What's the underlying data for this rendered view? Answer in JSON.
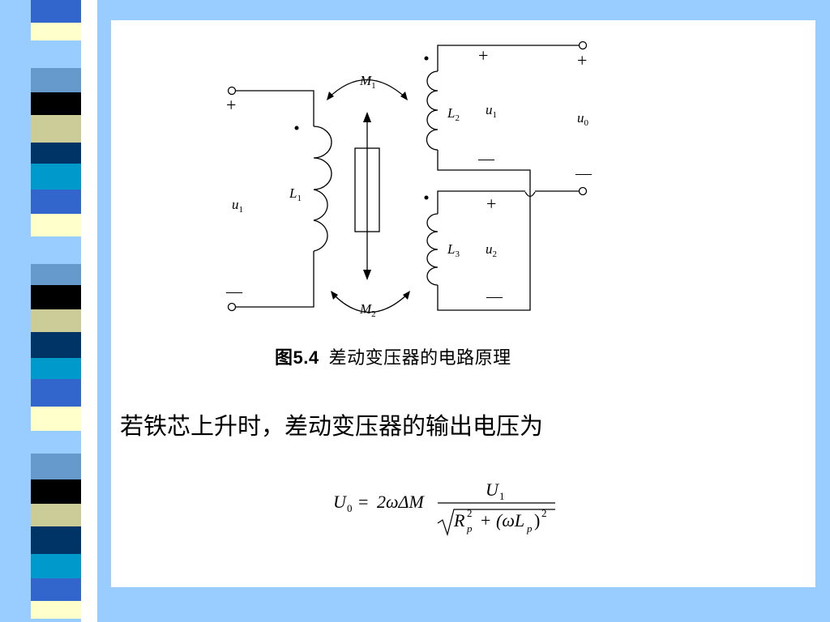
{
  "caption": {
    "figure_number": "图5.4",
    "title": "差动变压器的电路原理"
  },
  "body_text": "若铁芯上升时，差动变压器的输出电压为",
  "diagram": {
    "primary": {
      "coil": "L",
      "coil_sub": "1",
      "voltage": "u",
      "voltage_sub": "1",
      "plus": "+",
      "minus": "—"
    },
    "secondary_top": {
      "coil": "L",
      "coil_sub": "2",
      "voltage": "u",
      "voltage_sub": "1",
      "plus": "+",
      "minus": "—"
    },
    "secondary_bottom": {
      "coil": "L",
      "coil_sub": "3",
      "voltage": "u",
      "voltage_sub": "2",
      "plus": "+",
      "minus": "—"
    },
    "output": {
      "voltage": "u",
      "voltage_sub": "0",
      "plus": "+",
      "minus": "—"
    },
    "mutual_top": {
      "symbol": "M",
      "sub": "1"
    },
    "mutual_bottom": {
      "symbol": "M",
      "sub": "2"
    }
  },
  "formula": {
    "lhs": "U",
    "lhs_sub": "0",
    "eq": "=",
    "coef": "2ωΔM",
    "numerator": "U",
    "numerator_sub": "1",
    "den_rp": "R",
    "den_rp_sup": "2",
    "den_rp_sub": "p",
    "den_plus": "+",
    "den_open": "(ωL",
    "den_lp_sub": "p",
    "den_close": ")",
    "den_close_sup": "2"
  },
  "colors": {
    "background": "#99ccff",
    "panel": "#ffffff",
    "strip": [
      "#3366cc",
      "#6699cc",
      "#003366",
      "#ffffcc",
      "#000000",
      "#0099cc",
      "#99ccff",
      "#cccc99"
    ]
  }
}
